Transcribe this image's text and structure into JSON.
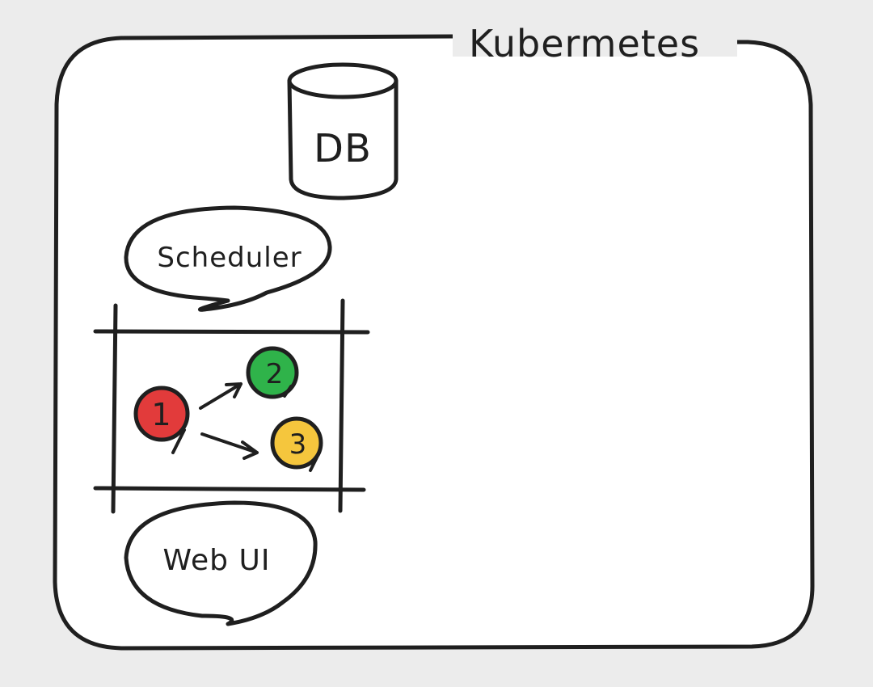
{
  "cluster": {
    "title": "Kubermetes"
  },
  "database": {
    "label": "DB"
  },
  "scheduler": {
    "label": "Scheduler"
  },
  "dag": {
    "nodes": [
      {
        "label": "1",
        "color": "#e23b3b"
      },
      {
        "label": "2",
        "color": "#2fb34a"
      },
      {
        "label": "3",
        "color": "#f5c63d"
      }
    ]
  },
  "webui": {
    "label": "Web UI"
  },
  "colors": {
    "background": "#ececec",
    "panel": "#ffffff",
    "ink": "#1f1f1f"
  }
}
